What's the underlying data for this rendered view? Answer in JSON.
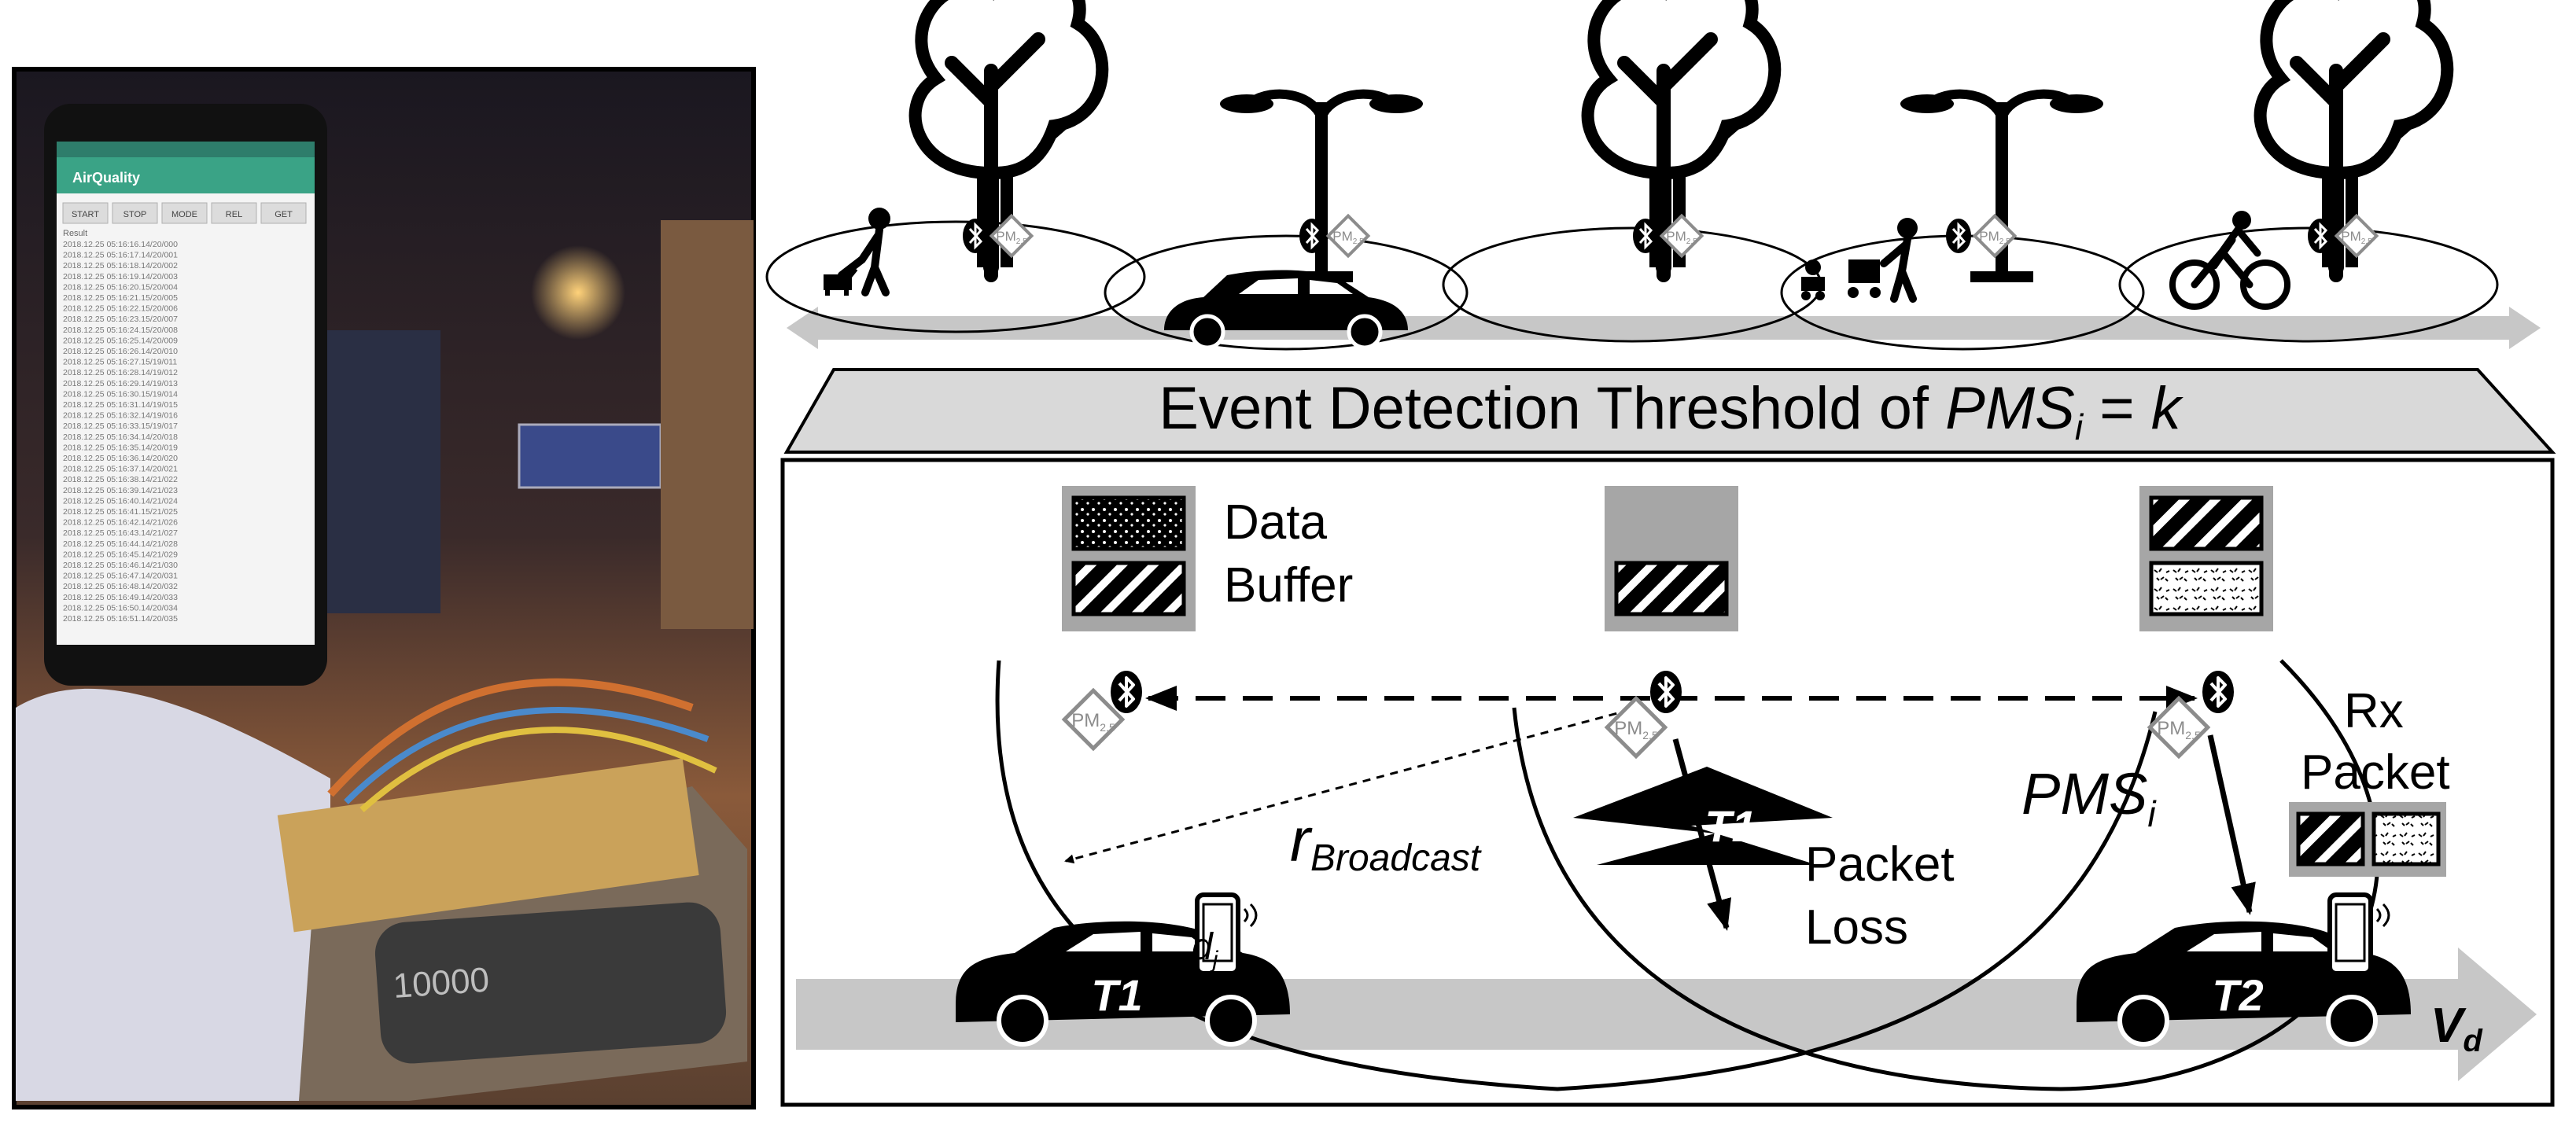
{
  "photo": {
    "app_title": "AirQuality",
    "buttons": [
      "START",
      "STOP",
      "MODE",
      "REL",
      "GET"
    ],
    "result_label": "Result",
    "log_lines": [
      "2018.12.25 05:16:16.14/20/000",
      "2018.12.25 05:16:17.14/20/001",
      "2018.12.25 05:16:18.14/20/002",
      "2018.12.25 05:16:19.14/20/003",
      "2018.12.25 05:16:20.15/20/004",
      "2018.12.25 05:16:21.15/20/005",
      "2018.12.25 05:16:22.15/20/006",
      "2018.12.25 05:16:23.15/20/007",
      "2018.12.25 05:16:24.15/20/008",
      "2018.12.25 05:16:25.14/20/009",
      "2018.12.25 05:16:26.14/20/010",
      "2018.12.25 05:16:27.15/19/011",
      "2018.12.25 05:16:28.14/19/012",
      "2018.12.25 05:16:29.14/19/013",
      "2018.12.25 05:16:30.15/19/014",
      "2018.12.25 05:16:31.14/19/015",
      "2018.12.25 05:16:32.14/19/016",
      "2018.12.25 05:16:33.15/19/017",
      "2018.12.25 05:16:34.14/20/018",
      "2018.12.25 05:16:35.14/20/019",
      "2018.12.25 05:16:36.14/20/020",
      "2018.12.25 05:16:37.14/20/021",
      "2018.12.25 05:16:38.14/21/022",
      "2018.12.25 05:16:39.14/21/023",
      "2018.12.25 05:16:40.14/21/024",
      "2018.12.25 05:16:41.15/21/025",
      "2018.12.25 05:16:42.14/21/026",
      "2018.12.25 05:16:43.14/21/027",
      "2018.12.25 05:16:44.14/21/028",
      "2018.12.25 05:16:45.14/21/029",
      "2018.12.25 05:16:46.14/21/030",
      "2018.12.25 05:16:47.14/20/031",
      "2018.12.25 05:16:48.14/20/032",
      "2018.12.25 05:16:49.14/20/033",
      "2018.12.25 05:16:50.14/20/034",
      "2018.12.25 05:16:51.14/20/035"
    ],
    "battery_label": "10000"
  },
  "street": {
    "pm_label": "PM",
    "pm_sub": "2.5",
    "trees": 3,
    "lamps": 2
  },
  "banner": {
    "title_text": "Event Detection Threshold of ",
    "title_var": "PMS",
    "title_sub": "i",
    "title_eq": " = ",
    "title_k": "k"
  },
  "detail": {
    "data_label": "Data",
    "buffer_label": "Buffer",
    "broadcast_r": "r",
    "broadcast_sub": "Broadcast",
    "pms_var": "PMS",
    "pms_sub": "i",
    "rx_label": "Rx",
    "packet_label": "Packet",
    "loss_packet": "Packet",
    "loss_label": "Loss",
    "t1_bolt": "T1",
    "car1_label": "T1",
    "car2_label": "T2",
    "device_var": "d",
    "device_sub": "j",
    "velocity_var": "V",
    "velocity_sub": "d"
  },
  "colors": {
    "arrow_gray": "#c7c7c7",
    "box_gray": "#a6a6a6",
    "banner_gray": "#d9d9d9",
    "black": "#000000",
    "night_bg": "#1e1a24"
  }
}
